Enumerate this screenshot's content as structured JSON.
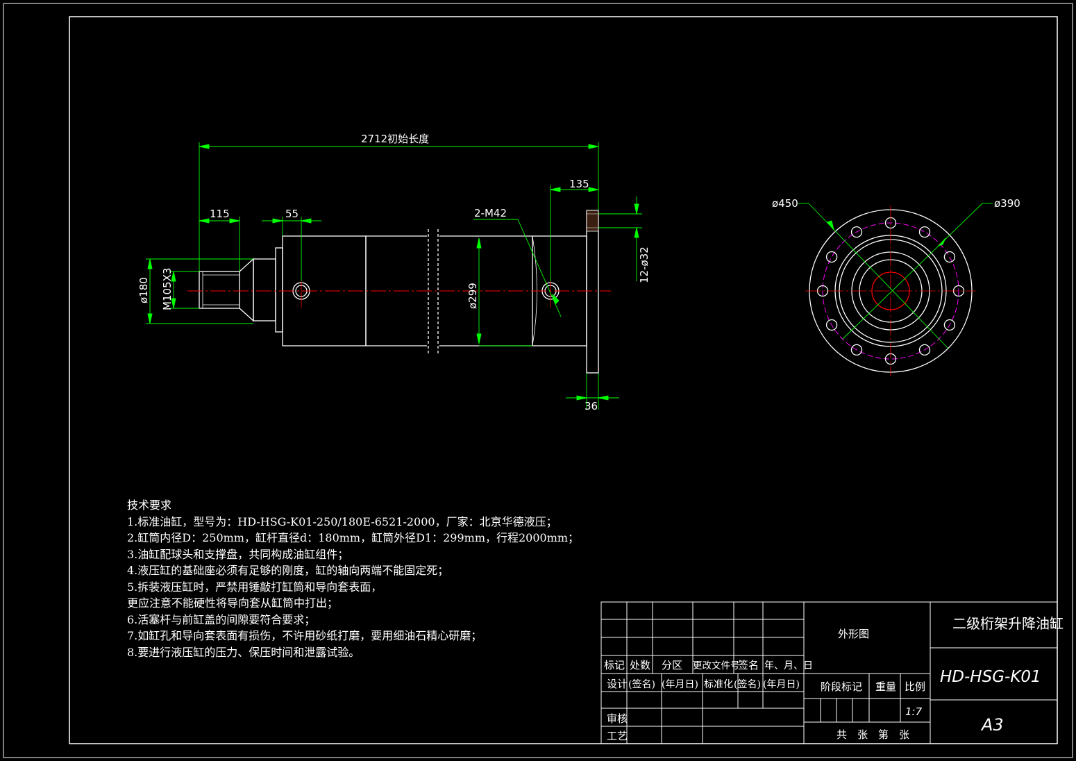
{
  "drawing": {
    "title": "二级桁架升降油缸",
    "drawing_number": "HD-HSG-K01",
    "view_name": "外形图",
    "scale": "1:7",
    "paper_size": "A3"
  },
  "dimensions": {
    "initial_length": "2712初始长度",
    "d135": "135",
    "d115": "115",
    "d55": "55",
    "thread_holes": "2-M42",
    "dia299": "ø299",
    "dia180": "ø180",
    "rod_thread": "M105X3",
    "holes_12x32": "12-ø32",
    "d36": "36",
    "dia450": "ø450",
    "dia390": "ø390"
  },
  "notes": {
    "heading": "技术要求",
    "items": [
      "1.标准油缸，型号为：HD-HSG-K01-250/180E-6521-2000，厂家：北京华德液压；",
      "2.缸筒内径D：250mm，缸杆直径d：180mm，缸筒外径D1：299mm，行程2000mm；",
      "3.油缸配球头和支撑盘，共同构成油缸组件；",
      "4.液压缸的基础座必须有足够的刚度，缸的轴向两端不能固定死；",
      "5.拆装液压缸时，严禁用锤敲打缸筒和导向套表面，",
      "更应注意不能硬性将导向套从缸筒中打出；",
      "6.活塞杆与前缸盖的间隙要符合要求；",
      "7.如缸孔和导向套表面有损伤，不许用砂纸打磨，要用细油石精心研磨；",
      "8.要进行液压缸的压力、保压时间和泄露试验。"
    ]
  },
  "title_block": {
    "mark": "标记",
    "count": "处数",
    "zone": "分区",
    "change_doc": "更改文件号",
    "signature": "签名",
    "date": "年、月、日",
    "design": "设计",
    "sign_paren": "(签名)",
    "date_paren": "(年月日)",
    "standardize": "标准化",
    "sign_paren2": "(签名)",
    "date_paren2": "(年月日)",
    "stage_mark": "阶段标记",
    "weight": "重量",
    "ratio": "比例",
    "review": "审核",
    "process": "工艺",
    "sheets": "共　张　第　张"
  },
  "colors": {
    "frame": "#ffffff",
    "outline": "#ffffff",
    "dimension": "#00ff00",
    "centerline": "#ff0000",
    "pitch_circle": "#ff00ff"
  }
}
